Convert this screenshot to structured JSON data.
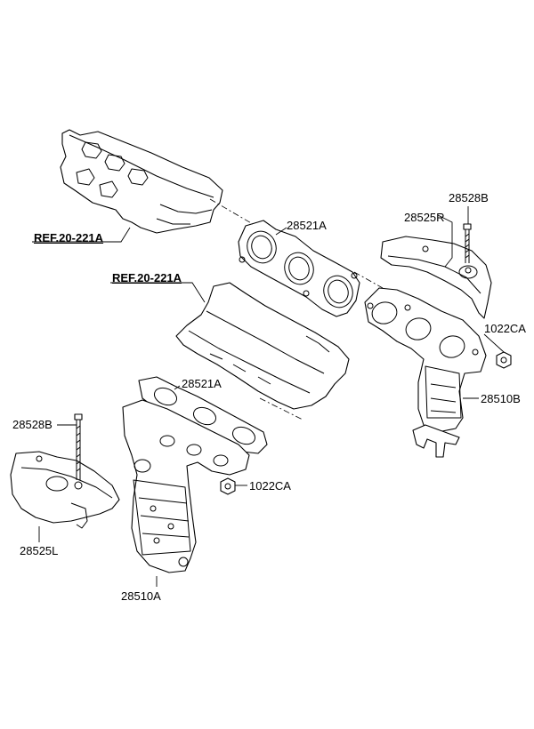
{
  "labels": {
    "ref_upper": "REF.20-221A",
    "ref_lower": "REF.20-221A",
    "gasket_upper": "28521A",
    "gasket_lower": "28521A",
    "heat_protector_right": "28525R",
    "heat_protector_left": "28525L",
    "bolt_right": "28528B",
    "bolt_left": "28528B",
    "nut_right": "1022CA",
    "nut_left": "1022CA",
    "manifold_right": "28510B",
    "manifold_left": "28510A"
  }
}
